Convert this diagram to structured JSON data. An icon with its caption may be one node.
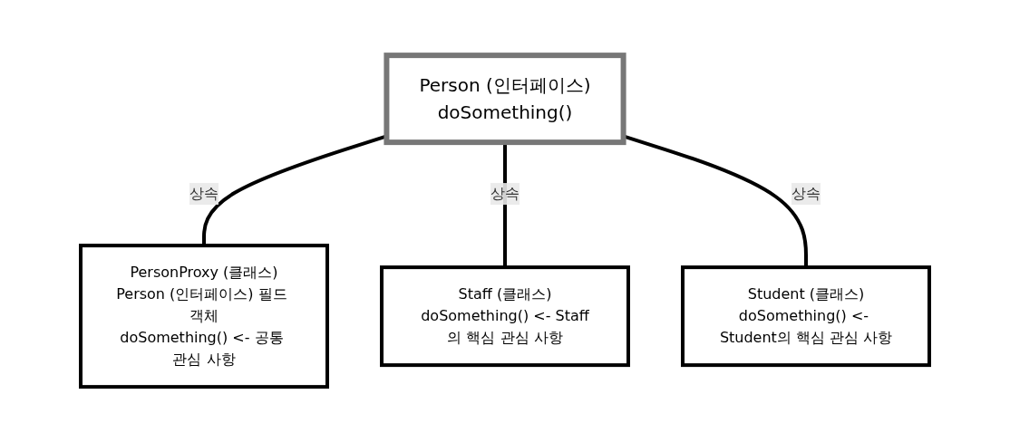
{
  "diagram": {
    "nodes": [
      {
        "text": [
          "Person (인터페이스)",
          "doSomething()"
        ]
      },
      {
        "text": [
          "PersonProxy (클래스)",
          "Person (인터페이스) 필드 객체",
          "doSomething() <- 공통 관심 사항"
        ]
      },
      {
        "text": [
          "Staff (클래스)",
          "doSomething() <- Staff의 핵심 관심 사항"
        ]
      },
      {
        "text": [
          "Student (클래스)",
          "doSomething() <- Student의 핵심 관심 사항"
        ]
      }
    ],
    "edges": [
      {
        "from": 0,
        "to": 1,
        "arrow": "none",
        "label": "상속"
      },
      {
        "from": 0,
        "to": 2,
        "arrow": "none",
        "label": "상속"
      },
      {
        "from": 0,
        "to": 3,
        "arrow": "none",
        "label": "상속"
      }
    ]
  }
}
